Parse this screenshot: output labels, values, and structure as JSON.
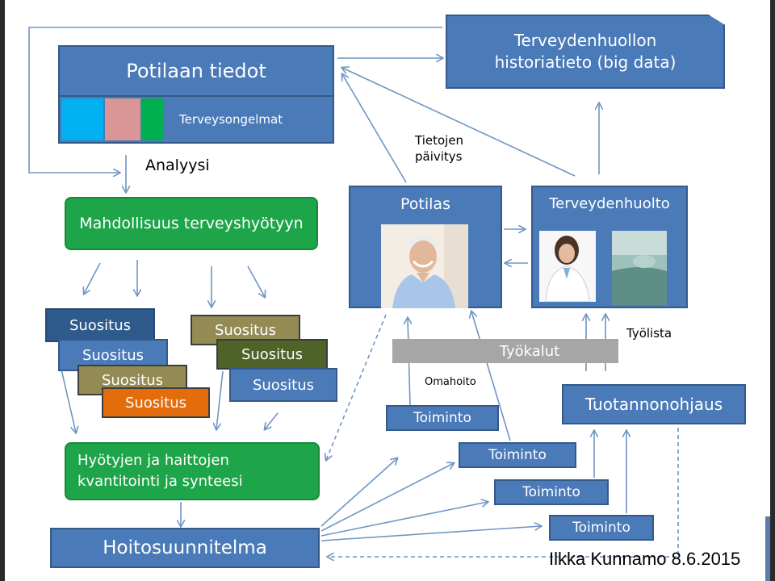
{
  "nodes": {
    "patient_data": "Potilaan tiedot",
    "health_problems": "Terveysongelmat",
    "health_history": "Terveydenhuollon historiatieto (big data)",
    "analysis": "Analyysi",
    "opportunity": "Mahdollisuus terveyshyötyyn",
    "recommendation": "Suositus",
    "synthesis": "Hyötyjen ja haittojen kvantitointi ja synteesi",
    "care_plan": "Hoitosuunnitelma",
    "patient": "Potilas",
    "healthcare": "Terveydenhuolto",
    "data_update": "Tietojen päivitys",
    "tools": "Työkalut",
    "worklist": "Työlista",
    "self_care": "Omahoito",
    "production_control": "Tuotannonohjaus",
    "action": "Toiminto"
  },
  "footer": {
    "credit": "Ilkka Kunnamo 8.6.2015"
  },
  "colors": {
    "blue": "#4a7ab8",
    "green": "#1ea54a",
    "grey_bar": "#a6a6a6",
    "cyan": "#00b0f0",
    "pink": "#d99694",
    "olive": "#948a54",
    "dark_olive": "#4f6228",
    "navy": "#2e5a8c",
    "orange": "#e46c0a"
  }
}
